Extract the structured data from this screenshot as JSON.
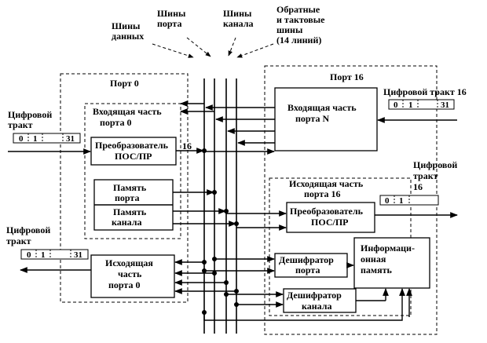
{
  "top_labels": {
    "data_buses": [
      "Шины",
      "данных"
    ],
    "port_buses": [
      "Шины",
      "порта"
    ],
    "channel_buses": [
      "Шины",
      "канала"
    ],
    "return_buses": [
      "Обратные",
      "и тактовые",
      "шины",
      "(14 линий)"
    ]
  },
  "port0": {
    "title": "Порт 0",
    "incoming": [
      "Входящая часть",
      "порта 0"
    ],
    "converter": [
      "Преобразователь",
      "ПОС/ПР"
    ],
    "port_memory": [
      "Память",
      "порта"
    ],
    "channel_memory": [
      "Память",
      "канала"
    ],
    "outgoing": [
      "Исходящая",
      "часть",
      "порта 0"
    ],
    "width_label": "16"
  },
  "port16": {
    "title": "Порт 16",
    "incoming": [
      "Входящая часть",
      "порта N"
    ],
    "outgoing_title": [
      "Исходящая часть",
      "порта 16"
    ],
    "converter": [
      "Преобразователь",
      "ПОС/ПР"
    ],
    "port_decoder": [
      "Дешифратор",
      "порта"
    ],
    "channel_decoder": [
      "Дешифратор",
      "канала"
    ],
    "info_memory": [
      "Информаци-",
      "онная",
      "память"
    ]
  },
  "trunks": {
    "left_in": {
      "label": [
        "Цифровой",
        "тракт"
      ],
      "cells": [
        "0",
        "1",
        "31"
      ]
    },
    "left_out": {
      "label": [
        "Цифровой",
        "тракт"
      ],
      "cells": [
        "0",
        "1",
        "31"
      ]
    },
    "right_in": {
      "label": [
        "Цифровой тракт 16"
      ],
      "cells": [
        "0",
        "1",
        "31"
      ]
    },
    "right_out": {
      "label": [
        "Цифровой",
        "тракт",
        "16"
      ],
      "cells": [
        "0",
        "1"
      ]
    }
  }
}
